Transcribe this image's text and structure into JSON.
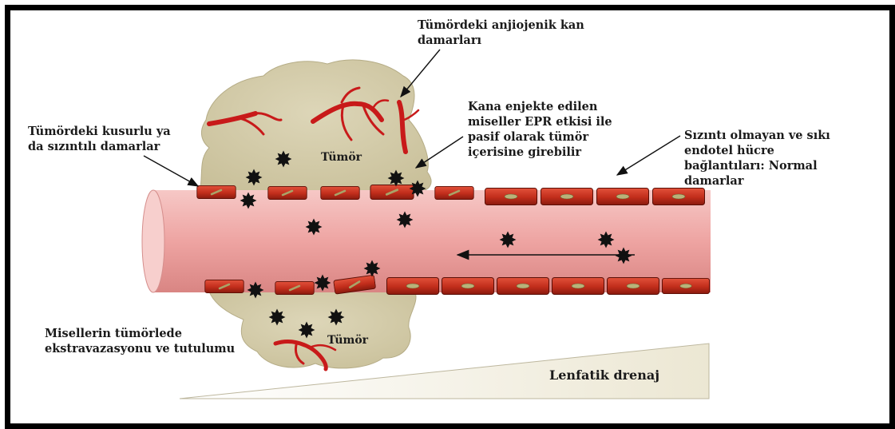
{
  "labels": {
    "angiogenic": [
      "Tümördeki anjiojenik kan",
      "damarları"
    ],
    "defective": [
      "Tümördeki kusurlu ya",
      "da sızıntılı damarlar"
    ],
    "epr": [
      "Kana enjekte edilen",
      "miseller EPR etkisi ile",
      "pasif olarak tümör",
      "içerisine girebilir"
    ],
    "normal": [
      "Sızıntı olmayan ve sıkı",
      "endotel hücre",
      "bağlantıları: Normal",
      "damarlar"
    ],
    "extravasation": [
      "Misellerin tümörlede",
      "ekstravazasyonu ve tutulumu"
    ],
    "tumor_top": "Tümör",
    "tumor_bottom": "Tümör",
    "lymph": "Lenfatik drenaj"
  },
  "colors": {
    "frame": "#000000",
    "tumor_fill": "#d8d0b0",
    "vessel_fill": "#f0aaa8",
    "endothelial_cell": "#c8301e",
    "nucleus": "#b8b078",
    "blood_vessel_red": "#d42020",
    "micelle": "#111111",
    "drainage_wedge": "#f4f1e6"
  },
  "icons": [
    "micelle-star-icon",
    "arrow-icon",
    "endothelial-cell-icon"
  ]
}
